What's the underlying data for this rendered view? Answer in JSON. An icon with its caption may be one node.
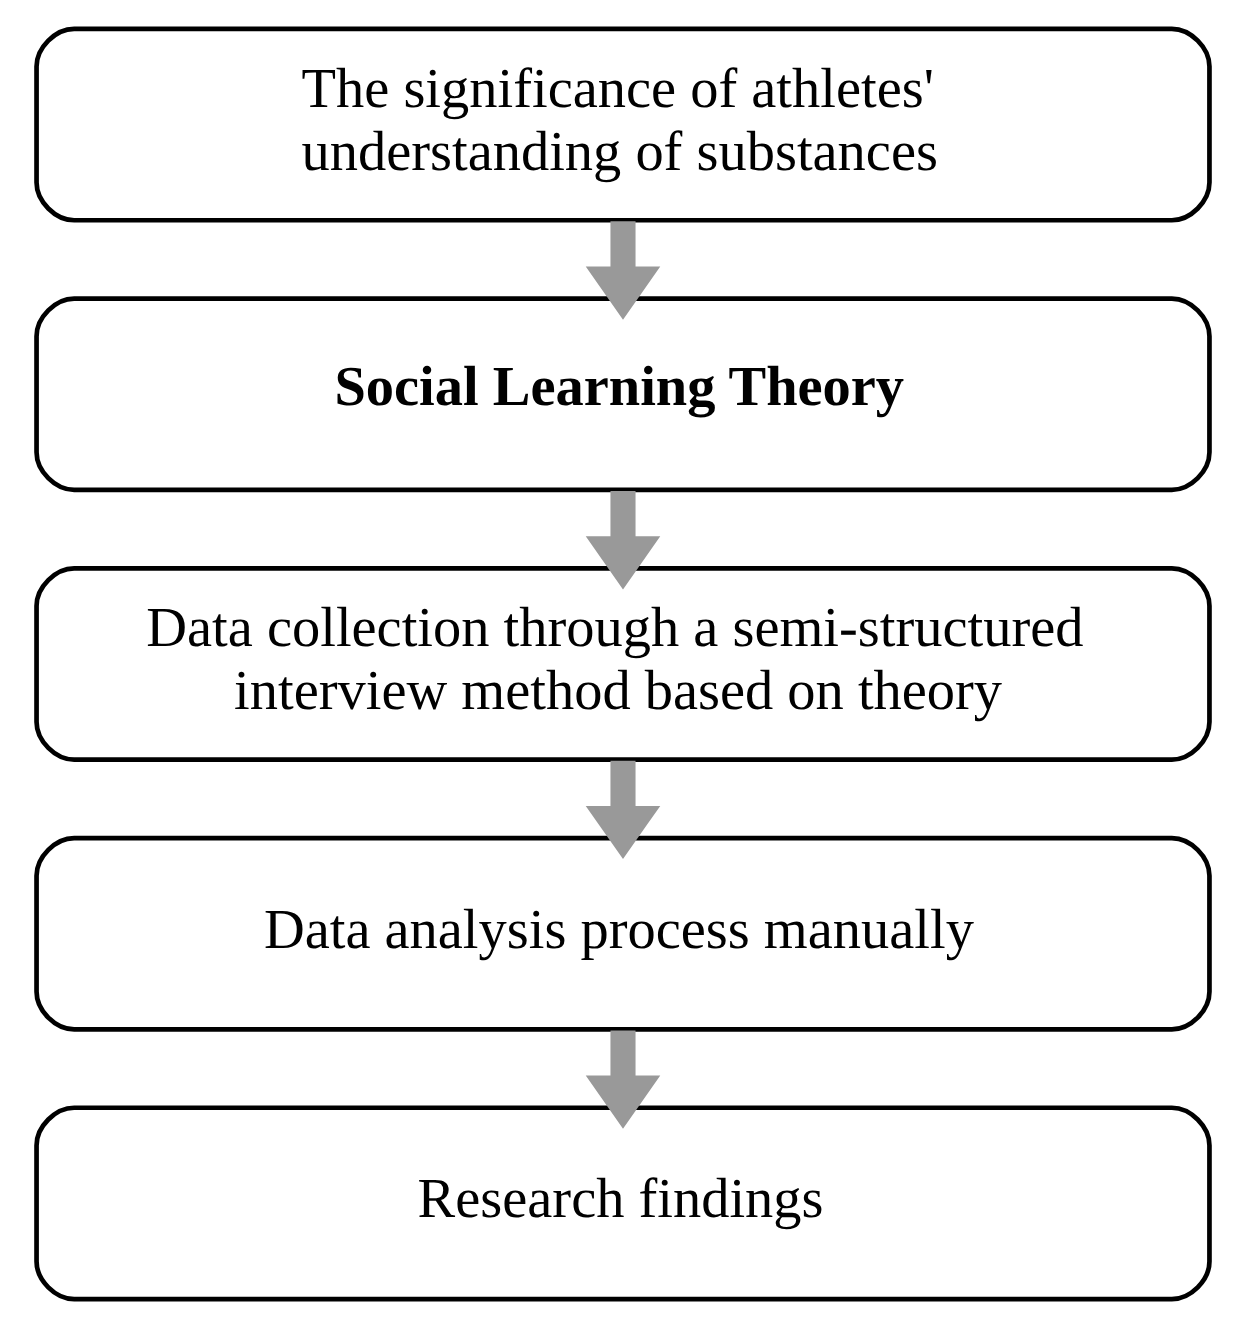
{
  "diagram": {
    "nodes": [
      {
        "text": [
          "The significance of athletes' understanding of substances"
        ]
      },
      {
        "text": [
          "Social Learning Theory"
        ]
      },
      {
        "text": [
          "Data collection through a semi-structured interview method based on theory"
        ]
      },
      {
        "text": [
          "Data analysis process manually"
        ]
      },
      {
        "text": [
          "Research findings"
        ]
      }
    ],
    "edges": [
      {
        "from": 0,
        "to": 1,
        "arrow": "to"
      },
      {
        "from": 1,
        "to": 2,
        "arrow": "to"
      },
      {
        "from": 2,
        "to": 3,
        "arrow": "to"
      },
      {
        "from": 3,
        "to": 4,
        "arrow": "to"
      }
    ]
  }
}
